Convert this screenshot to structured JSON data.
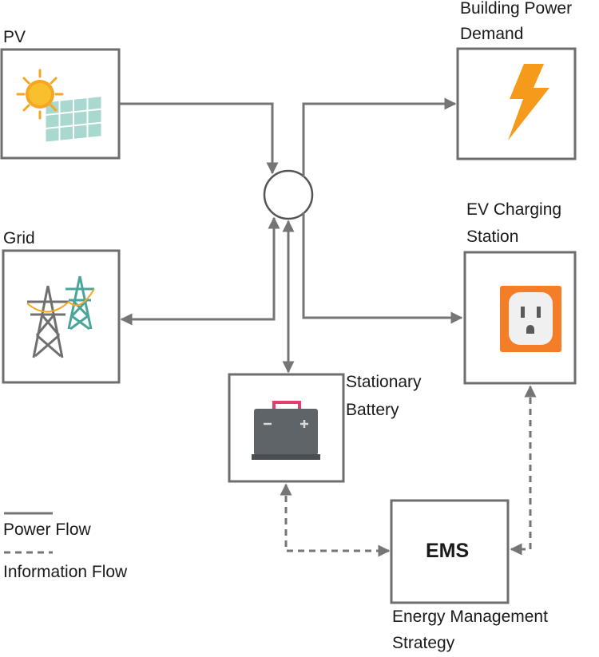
{
  "nodes": {
    "pv": {
      "label": "PV",
      "icon": "solar-panel-icon"
    },
    "building": {
      "label_line1": "Building Power",
      "label_line2": "Demand",
      "icon": "lightning-bolt-icon"
    },
    "grid": {
      "label": "Grid",
      "icon": "power-tower-icon"
    },
    "ev": {
      "label_line1": "EV Charging",
      "label_line2": "Station",
      "icon": "power-outlet-icon"
    },
    "battery": {
      "label_line1": "Stationary",
      "label_line2": "Battery",
      "icon": "battery-icon"
    },
    "ems": {
      "title": "EMS",
      "label_line1": "Energy Management",
      "label_line2": "Strategy"
    }
  },
  "legend": {
    "power_flow": "Power Flow",
    "information_flow": "Information Flow"
  },
  "colors": {
    "line": "#757575",
    "box": "#6e6e6e",
    "sun": "#f5a623",
    "panel": "#a8d8cf",
    "bolt": "#f59a1a",
    "tower_gray": "#707070",
    "tower_teal": "#4aa59b",
    "outlet": "#f47d28",
    "battery": "#5f6468",
    "battery_handle": "#e0406e"
  }
}
